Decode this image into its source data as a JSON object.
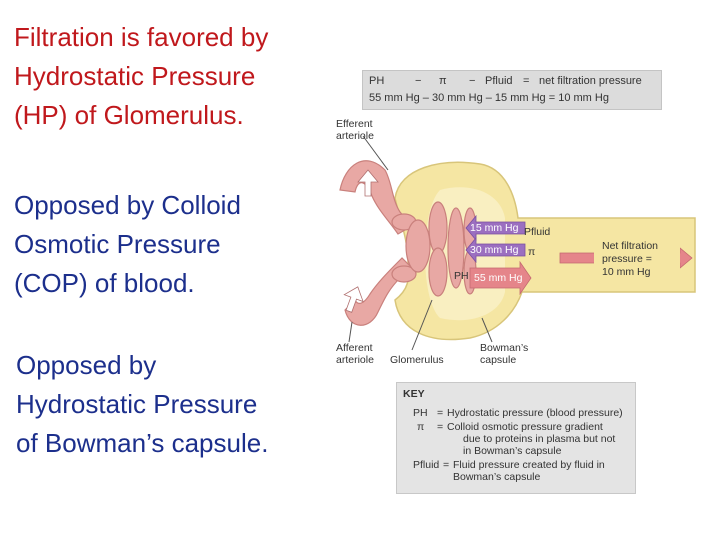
{
  "paragraphs": {
    "p1": [
      "Filtration is favored by",
      "Hydrostatic Pressure",
      "(HP) of Glomerulus."
    ],
    "p2": [
      "Opposed by Colloid",
      "Osmotic Pressure",
      "(COP) of blood."
    ],
    "p3": [
      "Opposed by",
      "Hydrostatic Pressure",
      "of Bowman’s capsule."
    ]
  },
  "equation": {
    "ph": "PH",
    "minus": "−",
    "pi": "π",
    "pfluid": "Pfluid",
    "equals": "=",
    "result_label": "net filtration pressure",
    "values_line": "55 mm Hg – 30 mm Hg – 15 mm Hg = 10 mm Hg"
  },
  "diagram": {
    "efferent_label": [
      "Efferent",
      "arteriole"
    ],
    "afferent_label": [
      "Afferent",
      "arteriole"
    ],
    "glomerulus_label": "Glomerulus",
    "bowman_label": [
      "Bowman’s",
      "capsule"
    ],
    "arrow_fluid_value": "15 mm Hg",
    "arrow_fluid_sym": "Pfluid",
    "arrow_pi_value": "30 mm Hg",
    "arrow_pi_sym": "π",
    "arrow_ph_sym": "PH",
    "arrow_ph_value": "55 mm Hg",
    "net_label": [
      "Net filtration",
      "pressure =",
      "10 mm Hg"
    ],
    "colors": {
      "capsule": "#f5e6a3",
      "vessel": "#e8a8a4",
      "arrow_purple": "#9b6fc0",
      "arrow_pink": "#e5858a"
    }
  },
  "key": {
    "title": "KEY",
    "rows": [
      {
        "sym": "PH",
        "sep": "=",
        "lines": [
          "Hydrostatic pressure (blood pressure)"
        ]
      },
      {
        "sym": "π",
        "sep": "=",
        "lines": [
          "Colloid osmotic pressure gradient",
          "due to proteins in plasma but not",
          "in Bowman’s capsule"
        ]
      },
      {
        "sym": "Pfluid",
        "sep": "=",
        "lines": [
          "Fluid pressure created by fluid in",
          "Bowman’s capsule"
        ]
      }
    ]
  }
}
